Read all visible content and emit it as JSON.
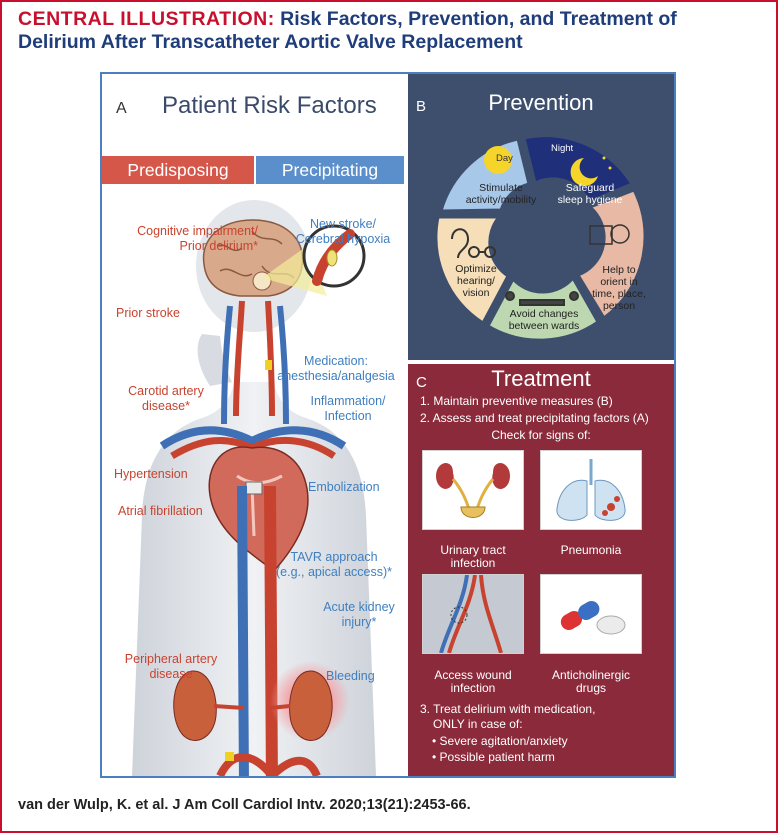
{
  "header": {
    "lead": "CENTRAL ILLUSTRATION:",
    "title_line1": " Risk Factors, Prevention, and Treatment of",
    "title_line2": "Delirium After Transcatheter Aortic Valve Replacement"
  },
  "panel_a": {
    "letter": "A",
    "title": "Patient Risk Factors",
    "tab_predisposing": "Predisposing",
    "tab_precipitating": "Precipitating",
    "predisposing": [
      {
        "line1": "Cognitive impairment/",
        "line2": "Prior delirium*"
      },
      {
        "line1": "Prior stroke",
        "line2": ""
      },
      {
        "line1": "Carotid artery",
        "line2": "disease*"
      },
      {
        "line1": "Hypertension",
        "line2": ""
      },
      {
        "line1": "Atrial fibrillation",
        "line2": ""
      },
      {
        "line1": "Peripheral artery",
        "line2": "disease"
      }
    ],
    "precipitating": [
      {
        "line1": "New stroke/",
        "line2": "Cerebral hypoxia"
      },
      {
        "line1": "Medication:",
        "line2": "anesthesia/analgesia"
      },
      {
        "line1": "Inflammation/",
        "line2": "Infection"
      },
      {
        "line1": "Embolization",
        "line2": ""
      },
      {
        "line1": "TAVR approach",
        "line2": "(e.g., apical access)*"
      },
      {
        "line1": "Acute kidney",
        "line2": "injury*"
      },
      {
        "line1": "Bleeding",
        "line2": ""
      }
    ]
  },
  "panel_b": {
    "letter": "B",
    "title": "Prevention",
    "day_tag": "Day",
    "night_tag": "Night",
    "segments": [
      {
        "line1": "Stimulate",
        "line2": "activity/mobility",
        "line3": "",
        "line4": ""
      },
      {
        "line1": "Safeguard",
        "line2": "sleep hygiene",
        "line3": "",
        "line4": ""
      },
      {
        "line1": "Help to",
        "line2": "orient in",
        "line3": "time, place,",
        "line4": "person"
      },
      {
        "line1": "Avoid changes",
        "line2": "between wards",
        "line3": "",
        "line4": ""
      },
      {
        "line1": "Optimize",
        "line2": "hearing/",
        "line3": "vision",
        "line4": ""
      }
    ]
  },
  "panel_c": {
    "letter": "C",
    "title": "Treatment",
    "step1": "1. Maintain preventive measures (B)",
    "step2": "2. Assess and treat precipitating factors (A)",
    "check": "Check for signs of:",
    "tiles": [
      {
        "line1": "Urinary tract",
        "line2": "infection"
      },
      {
        "line1": "Pneumonia",
        "line2": ""
      },
      {
        "line1": "Access  wound",
        "line2": "infection"
      },
      {
        "line1": "Anticholinergic",
        "line2": "drugs"
      }
    ],
    "step3_line1": "3. Treat delirium with medication,",
    "step3_line2": "ONLY in case of:",
    "bullets": [
      "• Severe agitation/anxiety",
      "• Possible patient harm"
    ]
  },
  "footer": {
    "citation": "van der Wulp, K. et al. J Am Coll Cardiol Intv. 2020;13(21):2453-66."
  },
  "colors": {
    "brand_red": "#c8102e",
    "navy": "#1f3d7a",
    "predisposing": "#d5574a",
    "precipitating": "#5b8fcb",
    "prevention_bg": "#3e4f6e",
    "treatment_bg": "#8b2a3a"
  }
}
